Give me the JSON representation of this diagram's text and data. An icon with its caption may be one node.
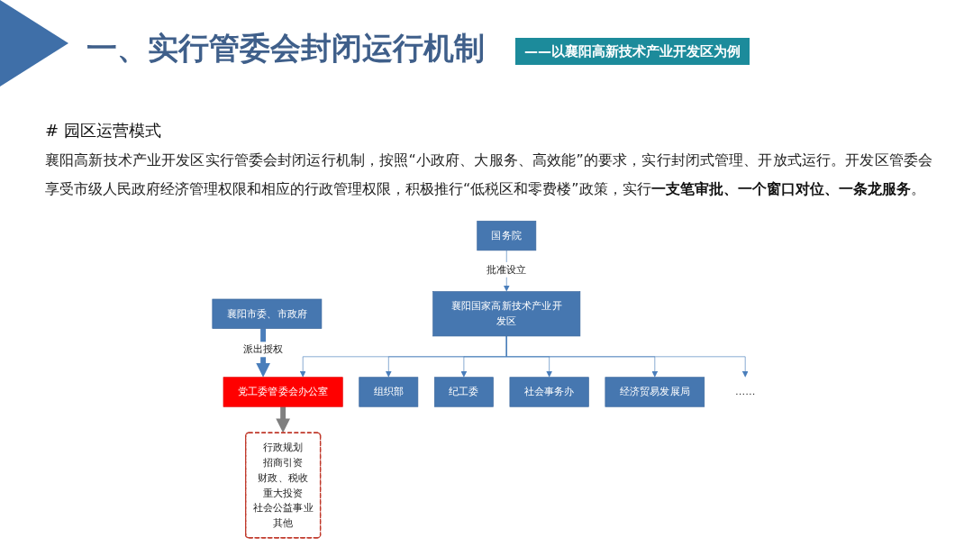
{
  "diagram": {
    "title": "一、实行管委会封闭运行机制",
    "nodes": [
      {
        "text": [
          "国务院"
        ]
      },
      {
        "text": [
          "襄阳国家高新技术产业开发区"
        ]
      },
      {
        "text": [
          "襄阳市委、市政府"
        ]
      },
      {
        "text": [
          "党工委管委会办公室"
        ]
      },
      {
        "text": [
          "组织部"
        ]
      },
      {
        "text": [
          "纪工委"
        ]
      },
      {
        "text": [
          "社会事务办"
        ]
      },
      {
        "text": [
          "经济贸易发展局"
        ]
      },
      {
        "text": [
          "……"
        ]
      },
      {
        "text": [
          "行政规划",
          "招商引资",
          "财政、税收",
          "重大投资",
          "社会公益事业",
          "其他"
        ]
      }
    ],
    "edges": [
      {
        "from": 0,
        "to": 1,
        "arrow": "to",
        "label": "批准设立"
      },
      {
        "from": 2,
        "to": 3,
        "arrow": "to",
        "label": "派出授权",
        "style": "thick"
      },
      {
        "from": 1,
        "to": 3,
        "arrow": "to"
      },
      {
        "from": 1,
        "to": 4,
        "arrow": "to"
      },
      {
        "from": 1,
        "to": 5,
        "arrow": "to"
      },
      {
        "from": 1,
        "to": 6,
        "arrow": "to"
      },
      {
        "from": 1,
        "to": 7,
        "arrow": "to"
      },
      {
        "from": 1,
        "to": 8,
        "arrow": "to"
      },
      {
        "from": 3,
        "to": 9,
        "arrow": "to",
        "style": "thick",
        "color": "#7f7f7f"
      }
    ],
    "labels": [
      "——以襄阳高新技术产业开发区为例",
      "# 园区运营模式",
      "襄阳高新技术产业开发区实行管委会封闭运行机制，按照“小政府、大服务、高效能”的要求，实行封闭式管理、开放式运行。开发区管委会享受市级人民政府经济管理权限和相应的行政管理权限，积极推行“低税区和零费楼”政策，实行**一支笔审批、一个窗口对位、一条龙服务**。"
    ]
  }
}
